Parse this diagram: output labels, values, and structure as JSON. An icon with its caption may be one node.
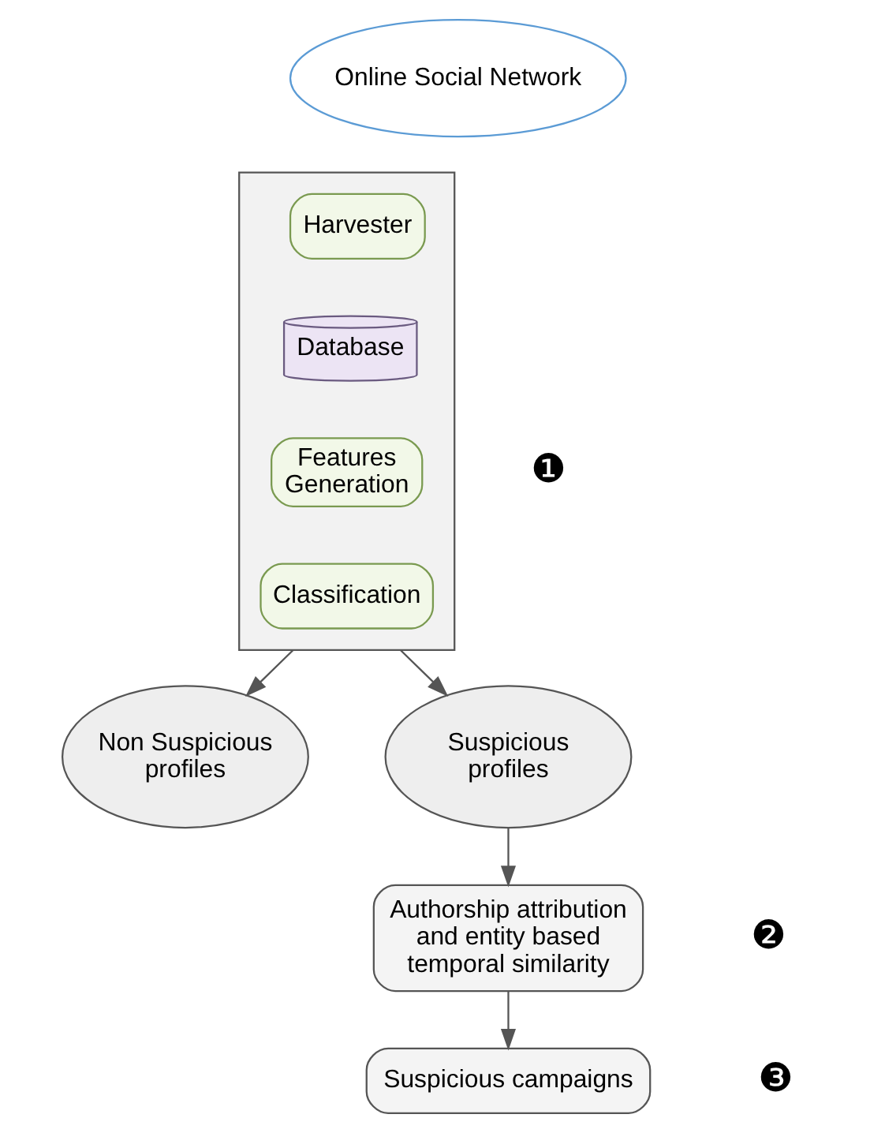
{
  "diagram": {
    "nodes": [
      {
        "text": [
          "Online Social Network"
        ]
      },
      {
        "text": [],
        "shape": "box"
      },
      {
        "text": [
          "Harvester"
        ],
        "in": 1
      },
      {
        "text": [
          "Database"
        ],
        "in": 1
      },
      {
        "text": [
          "Features Generation"
        ],
        "in": 1
      },
      {
        "text": [
          "Classification"
        ],
        "in": 1
      },
      {
        "text": [
          "Non Suspicious profiles"
        ]
      },
      {
        "text": [
          "Suspicious profiles"
        ]
      },
      {
        "text": [
          "Authorship attribution and entity based temporal similarity"
        ]
      },
      {
        "text": [
          "Suspicious campaigns"
        ]
      }
    ],
    "edges": [
      {
        "from": 1,
        "to": 6,
        "arrow": "to"
      },
      {
        "from": 1,
        "to": 7,
        "arrow": "to"
      },
      {
        "from": 7,
        "to": 8,
        "arrow": "to"
      },
      {
        "from": 8,
        "to": 9,
        "arrow": "to"
      }
    ],
    "labels": [
      "❶",
      "❷",
      "❸"
    ]
  }
}
